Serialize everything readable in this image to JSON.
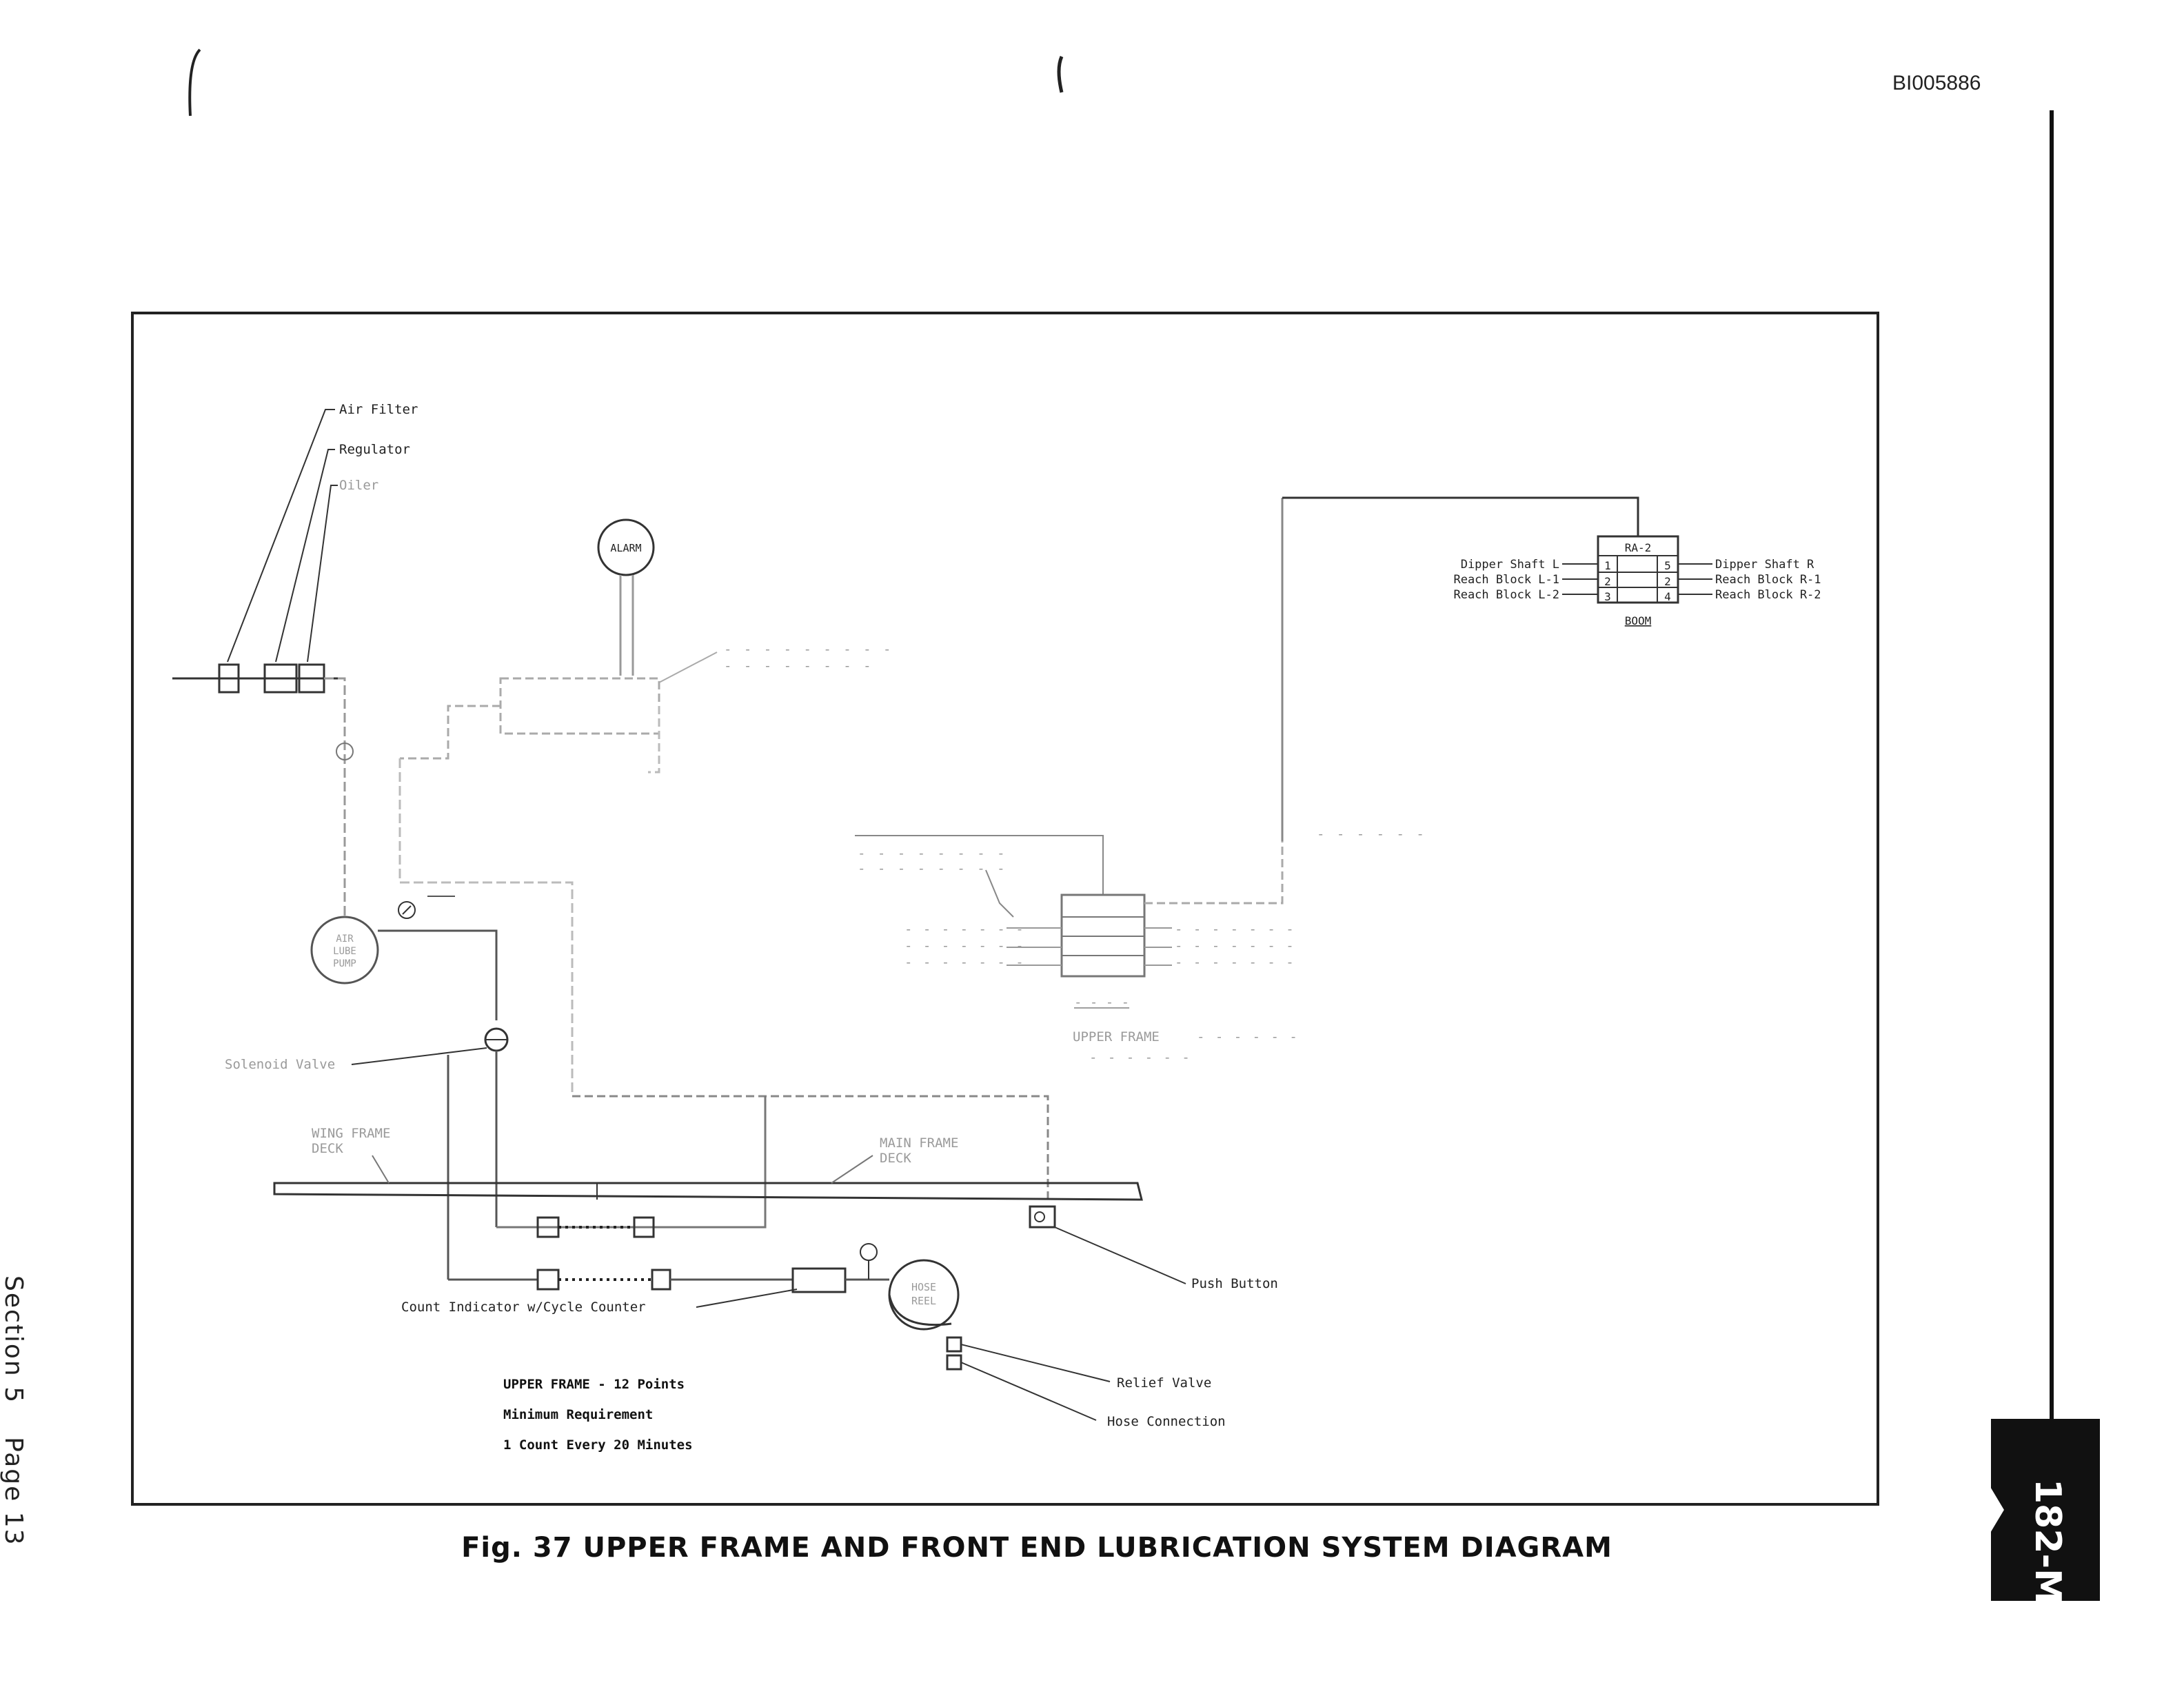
{
  "document": {
    "doc_id": "BI005886",
    "section_label": "Section 5",
    "page_label": "Page 13",
    "tab_label": "182-M",
    "caption": "Fig. 37 UPPER FRAME AND FRONT END LUBRICATION SYSTEM DIAGRAM"
  },
  "diagram": {
    "labels": {
      "air_filter": "Air Filter",
      "regulator": "Regulator",
      "oiler": "Oiler",
      "alarm": "ALARM",
      "air_lube_pump": "AIR LUBE PUMP",
      "solenoid_valve": "Solenoid Valve",
      "wing_frame_deck": "WING FRAME DECK",
      "main_frame_deck": "MAIN FRAME DECK",
      "push_button": "Push Button",
      "count_indicator": "Count Indicator w/Cycle Counter",
      "hose_reel": "HOSE REEL",
      "relief_valve": "Relief Valve",
      "hose_connection": "Hose Connection",
      "boom": "BOOM",
      "boom_block": "RA-2"
    },
    "boom_left": [
      "Dipper Shaft L",
      "Reach Block L-1",
      "Reach Block L-2"
    ],
    "boom_right": [
      "Dipper Shaft R",
      "Reach Block R-1",
      "Reach Block R-2"
    ],
    "boom_numbers_left": [
      "1",
      "2",
      "3"
    ],
    "boom_numbers_right": [
      "5",
      "2",
      "4"
    ],
    "notes": {
      "line1": "UPPER FRAME - 12 Points",
      "line2": "Minimum Requirement",
      "line3": "1 Count Every 20 Minutes"
    },
    "upper_frame_label": "UPPER FRAME"
  }
}
